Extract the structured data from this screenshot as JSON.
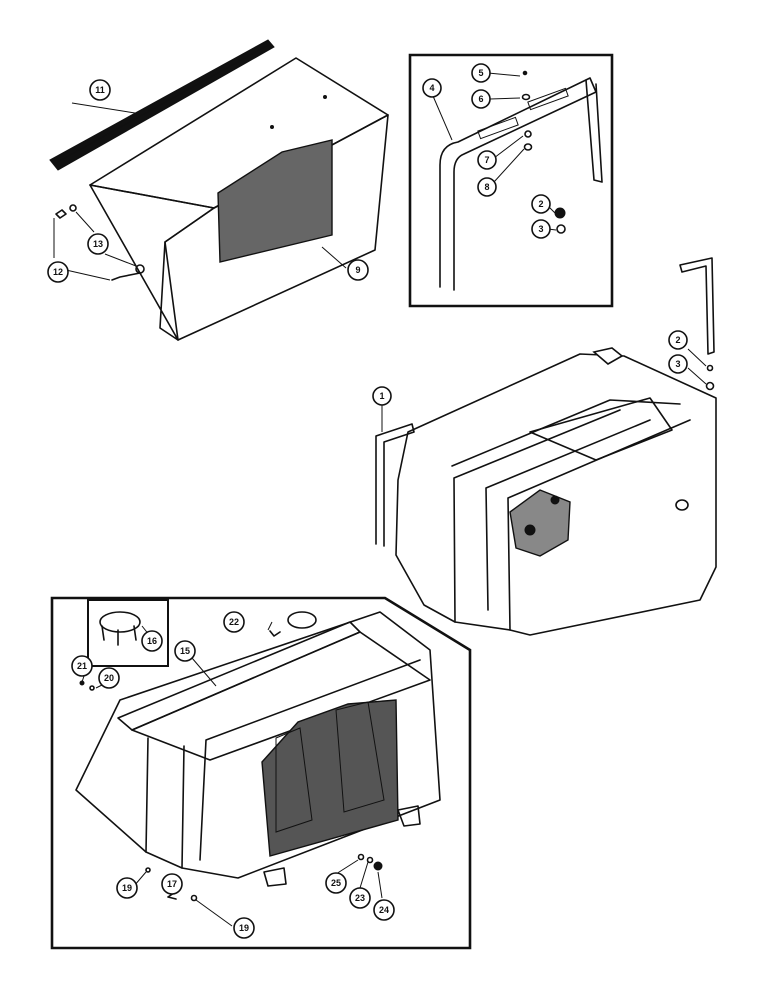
{
  "callouts": {
    "c1": "1",
    "c2a": "2",
    "c2b": "2",
    "c3a": "3",
    "c3b": "3",
    "c4": "4",
    "c5": "5",
    "c6": "6",
    "c7": "7",
    "c8": "8",
    "c9": "9",
    "c11": "11",
    "c12": "12",
    "c13": "13",
    "c15": "15",
    "c16": "16",
    "c17": "17",
    "c19a": "19",
    "c19b": "19",
    "c20": "20",
    "c21": "21",
    "c22": "22",
    "c23": "23",
    "c24": "24",
    "c25": "25"
  }
}
